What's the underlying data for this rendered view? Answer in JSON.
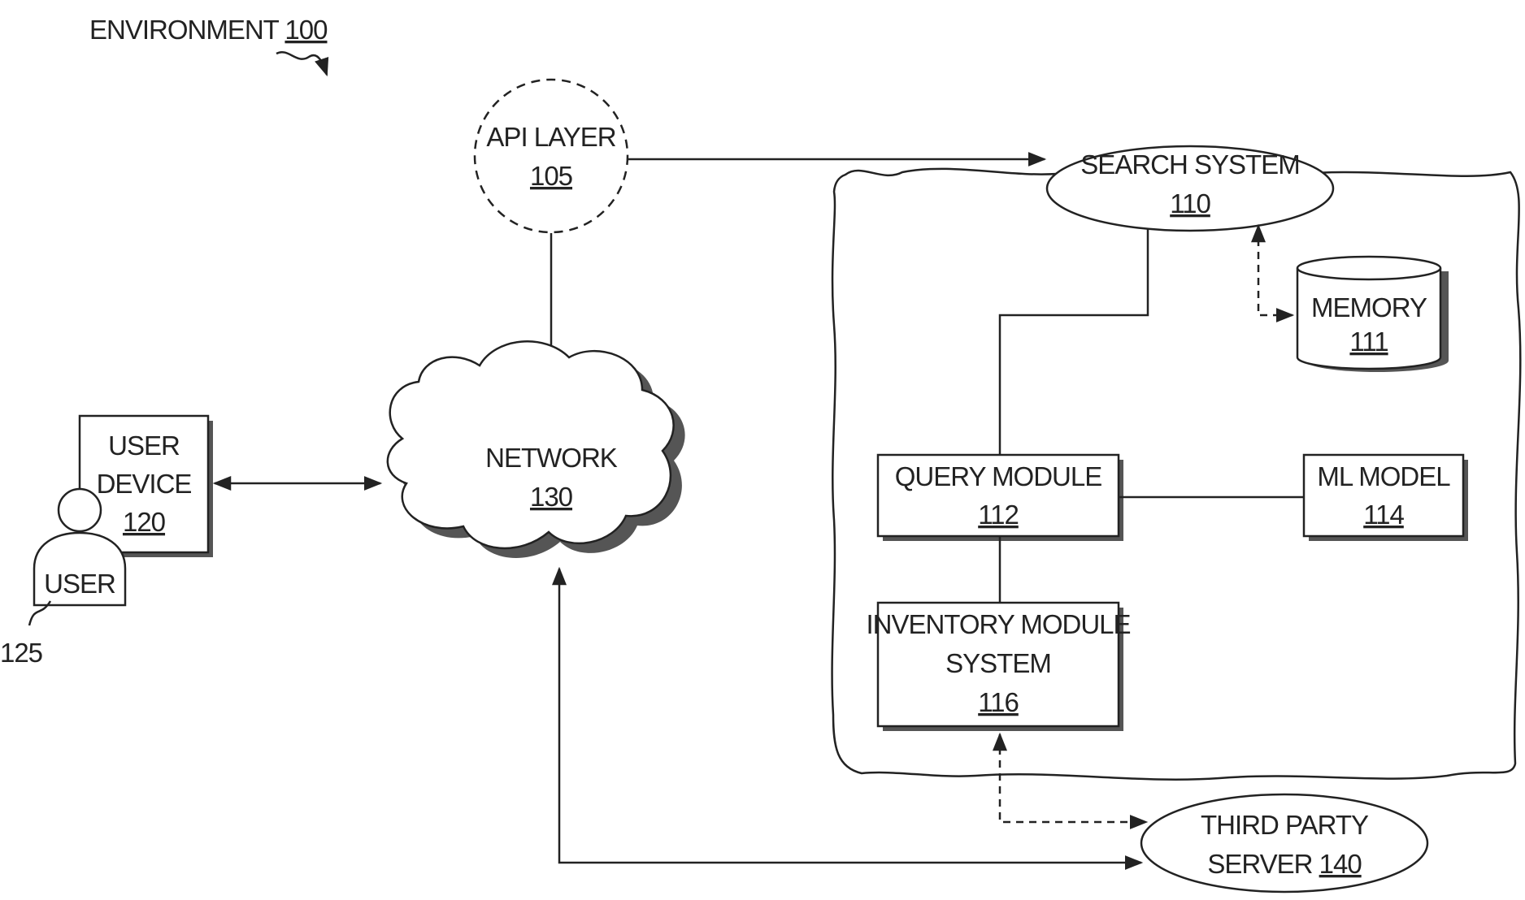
{
  "environment": {
    "label": "ENVIRONMENT",
    "ref": "100"
  },
  "api_layer": {
    "label": "API LAYER",
    "ref": "105"
  },
  "network": {
    "label": "NETWORK",
    "ref": "130"
  },
  "user_device": {
    "line1": "USER",
    "line2": "DEVICE",
    "ref": "120"
  },
  "user": {
    "label": "USER",
    "ref": "125"
  },
  "search_system": {
    "label": "SEARCH SYSTEM",
    "ref": "110"
  },
  "memory": {
    "label": "MEMORY",
    "ref": "111"
  },
  "query_module": {
    "label": "QUERY MODULE",
    "ref": "112"
  },
  "ml_model": {
    "label": "ML MODEL",
    "ref": "114"
  },
  "inventory_module": {
    "line1": "INVENTORY MODULE",
    "line2": "SYSTEM",
    "ref": "116"
  },
  "third_party_server": {
    "line1": "THIRD PARTY",
    "line2": "SERVER",
    "ref": "140"
  }
}
